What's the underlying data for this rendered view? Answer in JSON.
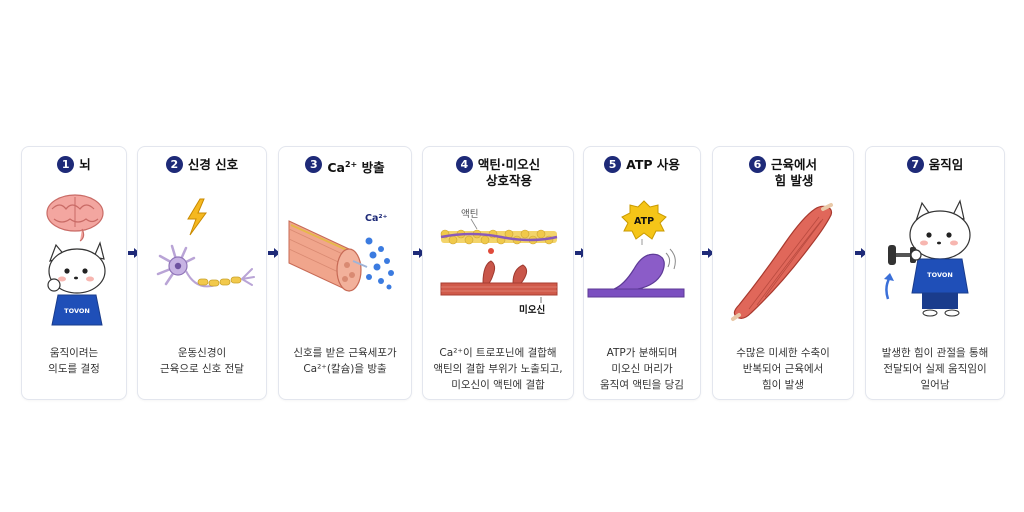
{
  "steps": [
    {
      "num": "1",
      "title": "뇌",
      "desc": [
        "움직이려는",
        "의도를 결정"
      ]
    },
    {
      "num": "2",
      "title": "신경 신호",
      "desc": [
        "운동신경이",
        "근육으로 신호 전달"
      ]
    },
    {
      "num": "3",
      "title_main": "Ca",
      "title_sup": "2+",
      "title_rest": " 방출",
      "desc": [
        "신호를 받은 근육세포가",
        "Ca²⁺(칼슘)을 방출"
      ]
    },
    {
      "num": "4",
      "title": [
        "액틴·미오신",
        "상호작용"
      ],
      "desc": [
        "Ca²⁺이 트로포닌에 결합해",
        "액틴의 결합 부위가 노출되고,",
        "미오신이 액틴에 결합"
      ]
    },
    {
      "num": "5",
      "title": "ATP 사용",
      "desc": [
        "ATP가 분해되며",
        "미오신 머리가",
        "움직여 액틴을 당김"
      ]
    },
    {
      "num": "6",
      "title": [
        "근육에서",
        "힘 발생"
      ],
      "desc": [
        "수많은 미세한 수축이",
        "반복되어 근육에서",
        "힘이 발생"
      ]
    },
    {
      "num": "7",
      "title": "움직임",
      "desc": [
        "발생한 힘이 관절을 통해",
        "전달되어 실제 움직임이",
        "일어남"
      ]
    }
  ],
  "labels": {
    "shirt_brand": "TOVON",
    "calcium": "Ca²⁺",
    "actin": "액틴",
    "myosin": "미오신",
    "atp": "ATP"
  },
  "colors": {
    "accent": "#1e2a78",
    "muscle": "#e0675a",
    "myosin": "#7b4fc0",
    "actin": "#f0c94a",
    "atp_badge": "#f5c518"
  }
}
